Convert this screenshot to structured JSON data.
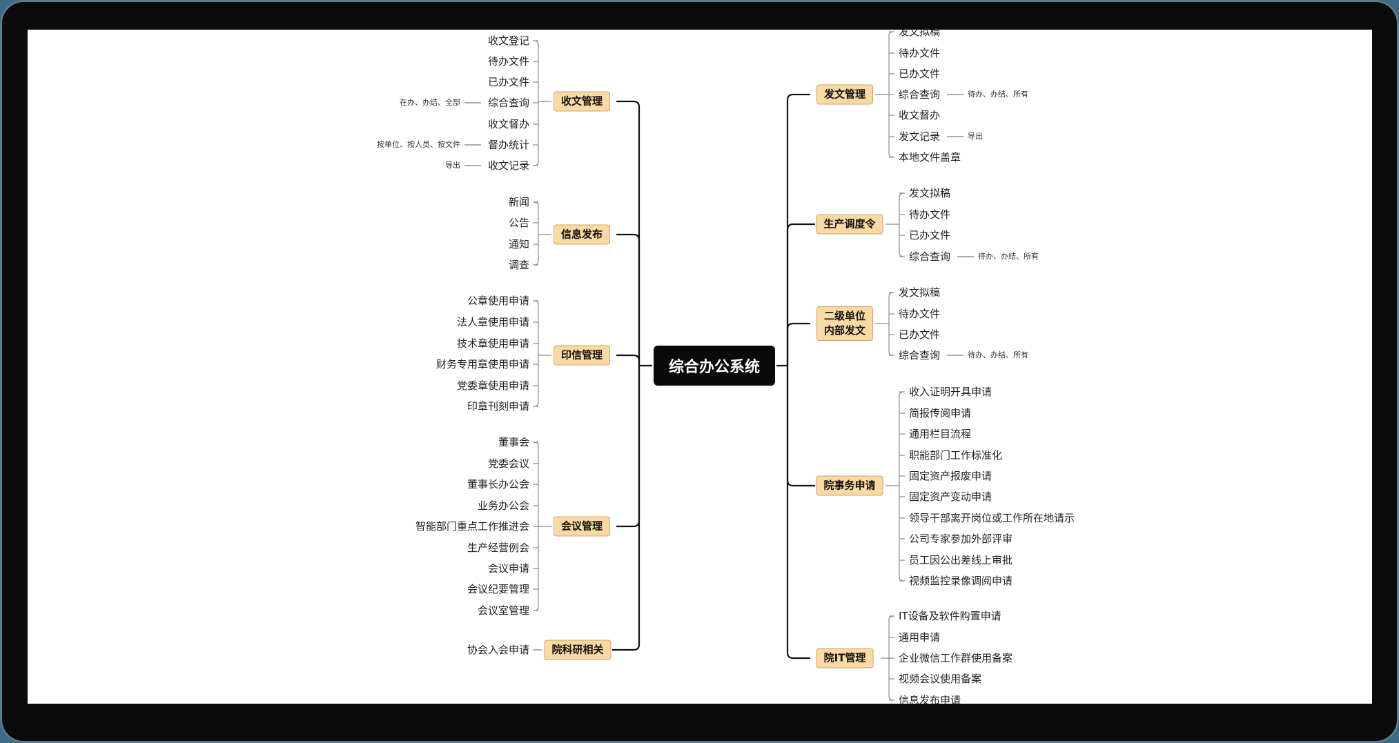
{
  "root": {
    "label": "综合办公系统"
  },
  "left": [
    {
      "label": "收文管理",
      "items": [
        {
          "label": "收文登记"
        },
        {
          "label": "待办文件"
        },
        {
          "label": "已办文件"
        },
        {
          "label": "综合查询",
          "note": "在办、办结、全部"
        },
        {
          "label": "收文督办"
        },
        {
          "label": "督办统计",
          "note": "按单位、按人员、按文件"
        },
        {
          "label": "收文记录",
          "note": "导出"
        }
      ]
    },
    {
      "label": "信息发布",
      "items": [
        {
          "label": "新闻"
        },
        {
          "label": "公告"
        },
        {
          "label": "通知"
        },
        {
          "label": "调查"
        }
      ]
    },
    {
      "label": "印信管理",
      "items": [
        {
          "label": "公章使用申请"
        },
        {
          "label": "法人章使用申请"
        },
        {
          "label": "技术章使用申请"
        },
        {
          "label": "财务专用章使用申请"
        },
        {
          "label": "党委章使用申请"
        },
        {
          "label": "印章刊刻申请"
        }
      ]
    },
    {
      "label": "会议管理",
      "items": [
        {
          "label": "董事会"
        },
        {
          "label": "党委会议"
        },
        {
          "label": "董事长办公会"
        },
        {
          "label": "业务办公会"
        },
        {
          "label": "智能部门重点工作推进会"
        },
        {
          "label": "生产经营例会"
        },
        {
          "label": "会议申请"
        },
        {
          "label": "会议纪要管理"
        },
        {
          "label": "会议室管理"
        }
      ]
    },
    {
      "label": "院科研相关",
      "items": [
        {
          "label": "协会入会申请"
        }
      ]
    }
  ],
  "right": [
    {
      "label": "发文管理",
      "items": [
        {
          "label": "发文拟稿"
        },
        {
          "label": "待办文件"
        },
        {
          "label": "已办文件"
        },
        {
          "label": "综合查询",
          "note": "待办、办结、所有"
        },
        {
          "label": "收文督办"
        },
        {
          "label": "发文记录",
          "note": "导出"
        },
        {
          "label": "本地文件盖章"
        }
      ]
    },
    {
      "label": "生产调度令",
      "items": [
        {
          "label": "发文拟稿"
        },
        {
          "label": "待办文件"
        },
        {
          "label": "已办文件"
        },
        {
          "label": "综合查询",
          "note": "待办、办结、所有"
        }
      ]
    },
    {
      "label": "二级单位\n内部发文",
      "items": [
        {
          "label": "发文拟稿"
        },
        {
          "label": "待办文件"
        },
        {
          "label": "已办文件"
        },
        {
          "label": "综合查询",
          "note": "待办、办结、所有"
        }
      ]
    },
    {
      "label": "院事务申请",
      "items": [
        {
          "label": "收入证明开具申请"
        },
        {
          "label": "简报传阅申请"
        },
        {
          "label": "通用栏目流程"
        },
        {
          "label": "职能部门工作标准化"
        },
        {
          "label": "固定资产报废申请"
        },
        {
          "label": "固定资产变动申请"
        },
        {
          "label": "领导干部离开岗位或工作所在地请示"
        },
        {
          "label": "公司专家参加外部评审"
        },
        {
          "label": "员工因公出差线上审批"
        },
        {
          "label": "视频监控录像调阅申请"
        }
      ]
    },
    {
      "label": "院IT管理",
      "items": [
        {
          "label": "IT设备及软件购置申请"
        },
        {
          "label": "通用申请"
        },
        {
          "label": "企业微信工作群使用备案"
        },
        {
          "label": "视频会议使用备案"
        },
        {
          "label": "信息发布申请"
        }
      ]
    }
  ]
}
